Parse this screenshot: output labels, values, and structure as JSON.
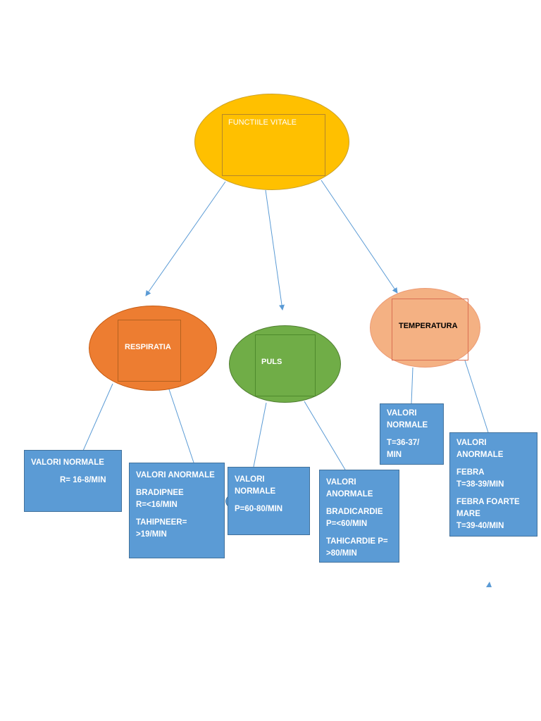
{
  "nodes": {
    "root": {
      "label": "FUNCTIILE VITALE",
      "fill": "#ffc000",
      "border": "#c9a02a"
    },
    "respiratia": {
      "label": "RESPIRATIA",
      "fill": "#ed7d31",
      "border": "#c55a11"
    },
    "puls": {
      "label": "PULS",
      "fill": "#70ad47",
      "border": "#507e32"
    },
    "temperatura": {
      "label": "TEMPERATURA",
      "fill": "#f4b183",
      "border": "#e8855a"
    }
  },
  "boxes": {
    "resp_normal": {
      "lines": [
        "VALORI NORMALE",
        "R= 16-8/MIN"
      ]
    },
    "resp_abnormal": {
      "lines": [
        "VALORI ANORMALE",
        "BRADIPNEE\nR=<16/MIN",
        "TAHIPNEER=\n>19/MIN"
      ]
    },
    "puls_normal": {
      "lines": [
        "VALORI\nNORMALE",
        "P=60-80/MIN"
      ]
    },
    "puls_abnormal": {
      "lines": [
        "VALORI\nANORMALE",
        "BRADICARDIE\nP=<60/MIN",
        "TAHICARDIE    P=\n>80/MIN"
      ]
    },
    "temp_normal": {
      "lines": [
        "VALORI\nNORMALE",
        "T=36-37/\nMIN"
      ]
    },
    "temp_abnormal": {
      "lines": [
        "VALORI\nANORMALE",
        "FEBRA\nT=38-39/MIN",
        "FEBRA FOARTE\nMARE\nT=39-40/MIN"
      ]
    }
  },
  "colors": {
    "connector": "#5b9bd5",
    "box_fill": "#5b9bd5",
    "box_border": "#41719c"
  }
}
